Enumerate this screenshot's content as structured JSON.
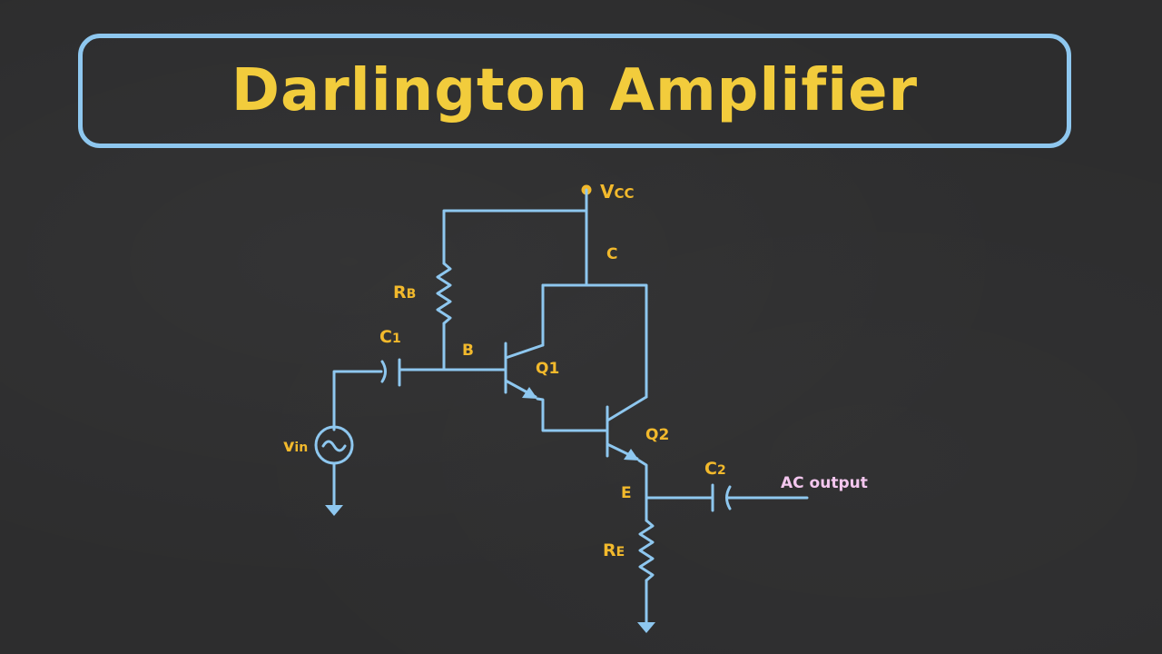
{
  "title": "Darlington Amplifier",
  "labels": {
    "vcc_main": "V",
    "vcc_sub": "CC",
    "collector": "C",
    "rb_main": "R",
    "rb_sub": "B",
    "c1_main": "C",
    "c1_sub": "1",
    "base": "B",
    "q1": "Q1",
    "q2": "Q2",
    "vin_main": "v",
    "vin_sub": "in",
    "c2_main": "C",
    "c2_sub": "2",
    "emitter": "E",
    "re_main": "R",
    "re_sub": "E",
    "output": "AC output"
  },
  "colors": {
    "background": "#2d2d2e",
    "wire": "#8ec7ef",
    "label": "#f2b92c",
    "title": "#f2cc3c",
    "output_label": "#f3c6ee"
  }
}
